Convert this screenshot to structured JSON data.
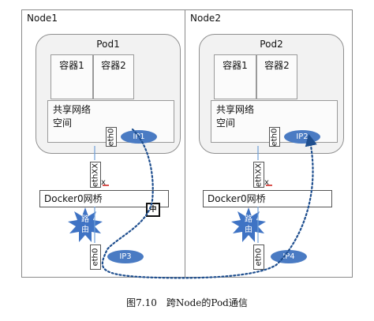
{
  "node1": {
    "title": "Node1",
    "pod": {
      "title": "Pod1",
      "container_a": "容器1",
      "container_b": "容器2",
      "netspace_line1": "共享网络",
      "netspace_line2": "空间"
    },
    "eth0_pod": "eth0",
    "ip_pod": "IP1",
    "veth": "ethXX",
    "bridge": "Docker0网桥",
    "router_line1": "路",
    "router_line2": "由",
    "relay": "中",
    "eth0_host": "eth0",
    "ip_host": "IP3"
  },
  "node2": {
    "title": "Node2",
    "pod": {
      "title": "Pod2",
      "container_a": "容器1",
      "container_b": "容器2",
      "netspace_line1": "共享网络",
      "netspace_line2": "空间"
    },
    "eth0_pod": "eth0",
    "ip_pod": "IP2",
    "veth": "ethXX",
    "bridge": "Docker0网桥",
    "router_line1": "路",
    "router_line2": "由",
    "eth0_host": "eth0",
    "ip_host": "IP4"
  },
  "caption": "图7.10　跨Node的Pod通信",
  "colors": {
    "ip_oval": "#4a7bc3",
    "router_burst": "#3f73c4",
    "dotted_path": "#1f4f8f",
    "pod_fill": "#f2f2f2"
  },
  "icons": [
    "router-burst-icon",
    "relay-box-icon"
  ]
}
